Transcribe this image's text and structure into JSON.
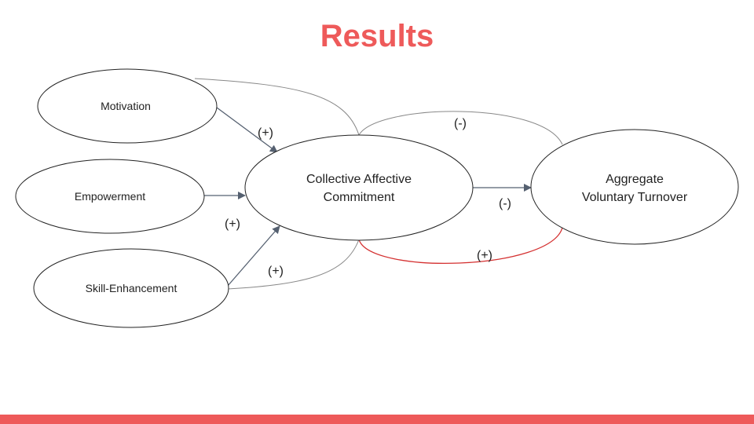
{
  "slide": {
    "title": "Results",
    "accent_color": "#ee5a5a"
  },
  "nodes": {
    "motivation": "Motivation",
    "empowerment": "Empowerment",
    "skill": "Skill-Enhancement",
    "cac_line1": "Collective Affective",
    "cac_line2": "Commitment",
    "avt_line1": "Aggregate",
    "avt_line2": "Voluntary Turnover"
  },
  "paths": {
    "motivation_to_cac": "(+)",
    "empowerment_to_cac": "(+)",
    "skill_to_cac": "(+)",
    "cac_to_avt": "(-)",
    "top_curve": "(-)",
    "bottom_curve": "(+)"
  },
  "colors": {
    "line": "#888888",
    "arrow": "#556070",
    "highlight": "#d43030",
    "stroke": "#222222"
  }
}
